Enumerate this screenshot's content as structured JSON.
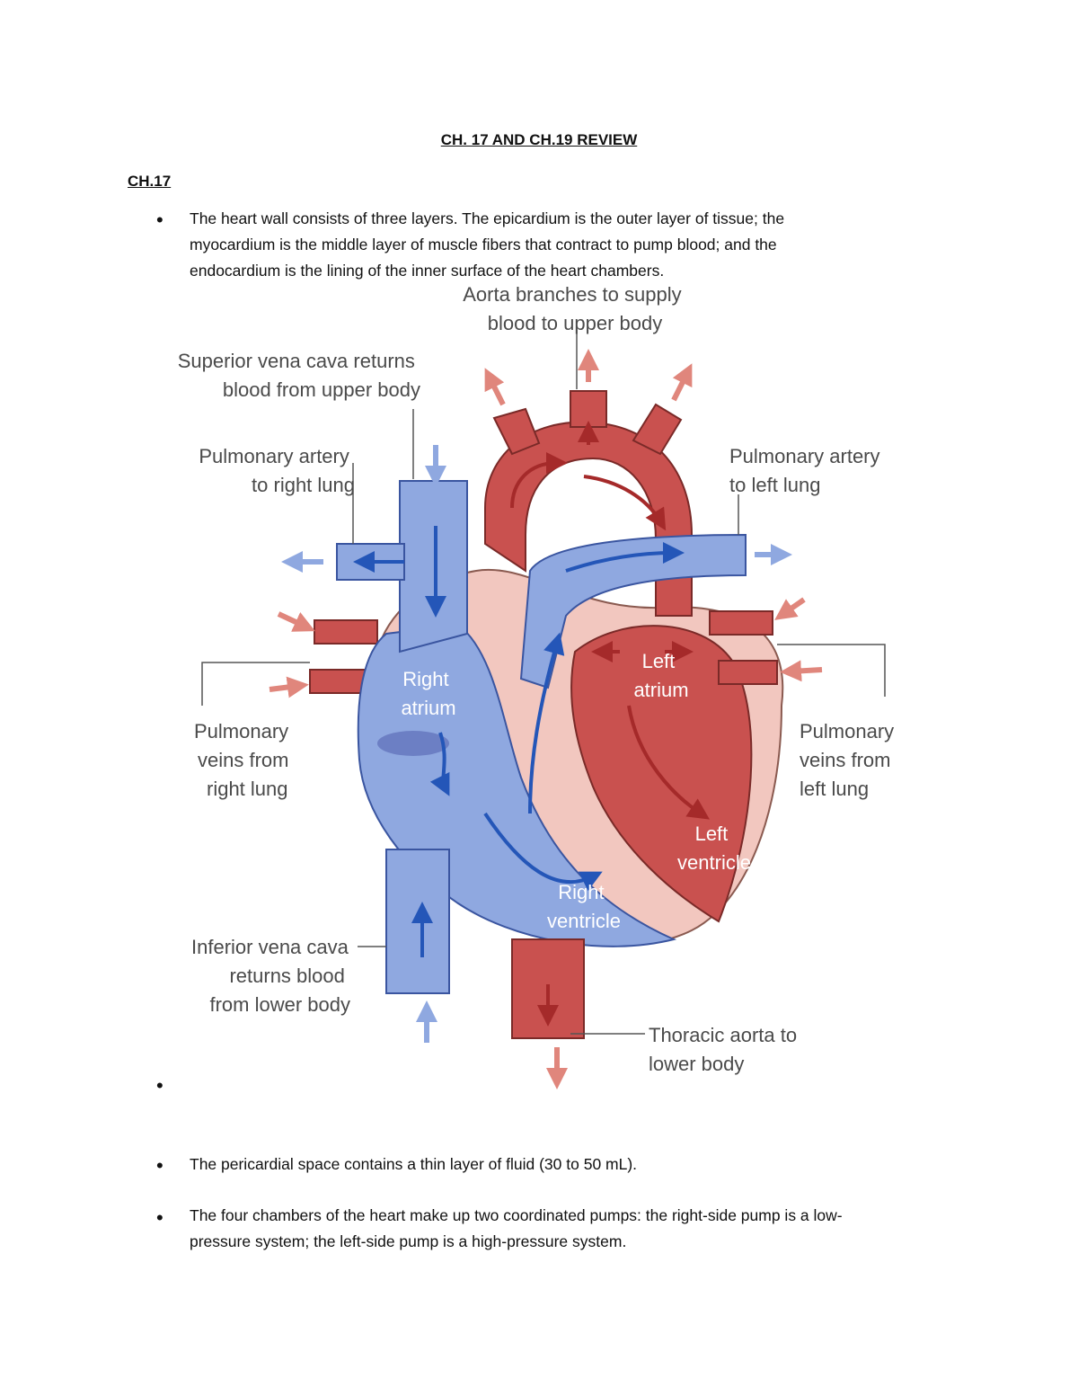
{
  "document": {
    "title": "CH. 17 AND CH.19 REVIEW",
    "section_heading": "CH.17",
    "bullets": [
      {
        "lines": [
          "The heart wall consists of three layers. The epicardium is the outer layer of tissue; the",
          "myocardium is the middle layer of muscle fibers that contract to pump blood; and the",
          "endocardium is the lining of the inner surface of the heart chambers."
        ]
      },
      {
        "lines": [
          ""
        ]
      },
      {
        "lines": [
          "The pericardial space contains a thin layer of fluid (30 to 50 mL)."
        ]
      },
      {
        "lines": [
          "The four chambers of the heart make up two coordinated pumps: the right-side pump is a low-",
          "pressure system; the left-side pump is a high-pressure system."
        ]
      }
    ]
  },
  "diagram": {
    "labels": {
      "aorta": [
        "Aorta branches to supply",
        "blood to upper body"
      ],
      "svc": [
        "Superior vena cava returns",
        "blood from upper body"
      ],
      "pa_right": [
        "Pulmonary artery",
        "to right lung"
      ],
      "pa_left": [
        "Pulmonary artery",
        "to left lung"
      ],
      "pv_right": [
        "Pulmonary",
        "veins from",
        "right lung"
      ],
      "pv_left": [
        "Pulmonary",
        "veins from",
        "left lung"
      ],
      "ivc": [
        "Inferior vena cava",
        "returns blood",
        "from lower body"
      ],
      "thoracic": [
        "Thoracic aorta to",
        "lower body"
      ],
      "right_atrium": [
        "Right",
        "atrium"
      ],
      "left_atrium": [
        "Left",
        "atrium"
      ],
      "right_ventricle": [
        "Right",
        "ventricle"
      ],
      "left_ventricle": [
        "Left",
        "ventricle"
      ]
    },
    "colors": {
      "oxygenated": "#c9514f",
      "deoxygenated": "#8fa8e0",
      "wall": "#f2c7bf",
      "arrow_dark_red": "#a52a2a",
      "arrow_dark_blue": "#2456b8",
      "arrow_light_red": "#e0867c",
      "arrow_light_blue": "#8fa8e0"
    }
  }
}
